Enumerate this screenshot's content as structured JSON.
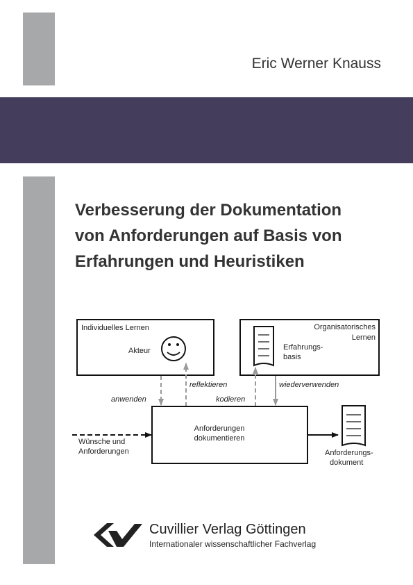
{
  "author": "Eric Werner Knauss",
  "title_lines": [
    "Verbesserung der Dokumentation",
    "von Anforderungen auf Basis von",
    "Erfahrungen und Heuristiken"
  ],
  "diagram": {
    "individual_label": "Individuelles Lernen",
    "actor_label": "Akteur",
    "org_label_line1": "Organisatorisches",
    "org_label_line2": "Lernen",
    "base_label_line1": "Erfahrungs-",
    "base_label_line2": "basis",
    "arrow_reflektieren": "reflektieren",
    "arrow_anwenden": "anwenden",
    "arrow_kodieren": "kodieren",
    "arrow_wiederverwenden": "wiederverwenden",
    "marker_1": "↯→",
    "marker_2": "↯→",
    "marker_3": "(→↯)",
    "process_line1": "Anforderungen",
    "process_line2": "dokumentieren",
    "input_line1": "Wünsche und",
    "input_line2": "Anforderungen",
    "output_line1": "Anforderungs-",
    "output_line2": "dokument"
  },
  "publisher": {
    "name": "Cuvillier Verlag Göttingen",
    "subtitle": "Internationaler wissenschaftlicher Fachverlag"
  },
  "colors": {
    "band": "#443e5c",
    "gray_bar": "#a7a8aa",
    "arrow_gray": "#999999"
  }
}
